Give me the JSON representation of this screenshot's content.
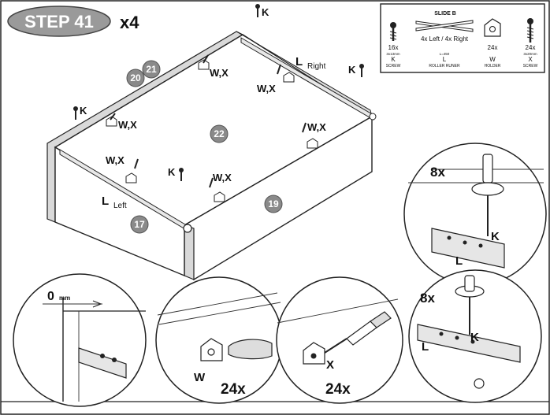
{
  "step": {
    "label": "STEP 41",
    "multiplier": "x4"
  },
  "legend": {
    "title": "SLIDE B",
    "items": [
      {
        "qty": "16x",
        "size": "3x13mm",
        "letter": "K",
        "name": "SCREW",
        "icon": "screw-icon"
      },
      {
        "qty": "4x Left / 4x Right",
        "size": "L=450",
        "letter": "L",
        "name": "ROLLER RUNER",
        "icon": "slide-rail-icon"
      },
      {
        "qty": "24x",
        "size": "",
        "letter": "W",
        "name": "HOLDER",
        "icon": "holder-icon"
      },
      {
        "qty": "24x",
        "size": "3x20mm",
        "letter": "X",
        "name": "SCREW",
        "icon": "screw-icon"
      }
    ]
  },
  "main": {
    "parts": [
      "20",
      "21",
      "22",
      "19",
      "17"
    ],
    "labels": {
      "k": "K",
      "wx": "W,X",
      "l_right": "L",
      "l_right_sub": "Right",
      "l_left": "L",
      "l_left_sub": "Left"
    }
  },
  "details": {
    "top_right": {
      "count": "8x",
      "k": "K",
      "l": "L"
    },
    "bottom_right": {
      "count": "8x",
      "k": "K",
      "l": "L"
    },
    "gap": {
      "value": "0",
      "unit": "mm"
    },
    "holder": {
      "letter": "W",
      "count": "24x"
    },
    "screw": {
      "letter": "X",
      "count": "24x"
    }
  }
}
